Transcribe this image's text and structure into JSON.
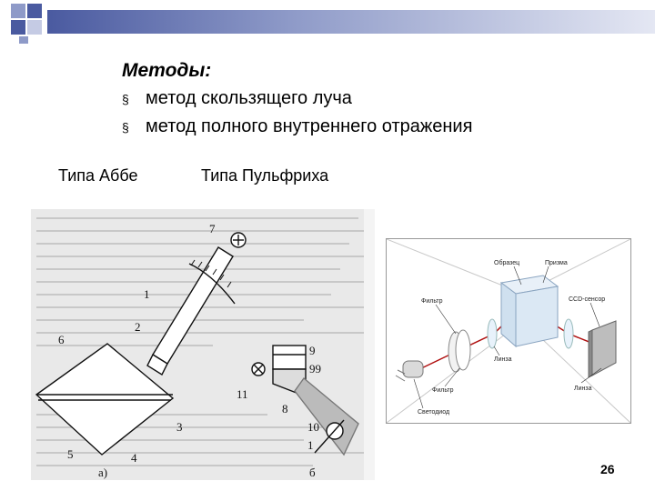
{
  "header": {
    "accent_color": "#4a5aa0"
  },
  "content": {
    "title": "Методы:",
    "bullet_mark": "§",
    "bullets": [
      "метод скользящего луча",
      "метод полного внутреннего отражения"
    ]
  },
  "captions": {
    "abbe": "Типа Аббе",
    "pulfrich": "Типа Пульфриха"
  },
  "figure_left": {
    "labels": [
      "7",
      "1",
      "2",
      "6",
      "3",
      "5",
      "4",
      "а)",
      "9",
      "99",
      "11",
      "8",
      "10",
      "1",
      "б"
    ]
  },
  "figure_right": {
    "labels": {
      "sample": "Образец",
      "prism": "Призма",
      "filter_top": "Фильтр",
      "ccd": "CCD-сенсор",
      "lens_mid": "Линза",
      "filter_bottom": "Фильтр",
      "lens_right": "Линза",
      "led": "Светодиод"
    }
  },
  "footer": {
    "page_number": "26"
  }
}
